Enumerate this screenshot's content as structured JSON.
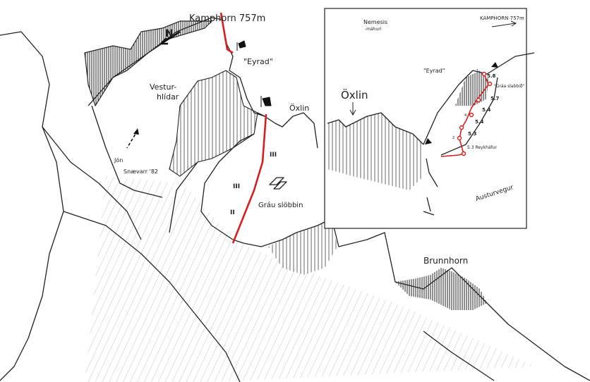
{
  "main_map": {
    "summit_label": "Kamphorn 757m",
    "north_label": "N",
    "eyrad_label": "\"Eyrad\"",
    "vesturhlidar_label": "Vestur-",
    "vesturhlidar_label2": "hlídar",
    "oxlin_label": "Öxlin",
    "jon_label": "Jón",
    "jon_label2": "Snævarr '82",
    "grade_upper": "III",
    "grade_mid": "III",
    "grade_lower": "II",
    "slabs_label": "Gráu slöbbin",
    "brunnhorn_label": "Brunnhorn",
    "route_color": "#d42020"
  },
  "inset_map": {
    "nemesis_label": "Nemesis",
    "nemesis_label2": "-máhuri",
    "kamphorn_label": "KAMPHORN 757m",
    "eyrad_label": "\"Eyrad\"",
    "oxlin_label": "Öxlin",
    "slab_label": "\"Gráa slabbið\"",
    "austurvegur_label": "Austurvegur",
    "pitches": [
      {
        "number": "1",
        "grade": "5.8"
      },
      {
        "grade": "5.7"
      },
      {
        "grade": "5.4"
      },
      {
        "number": "4",
        "grade": "5.4"
      },
      {
        "grade": "5.3"
      },
      {
        "number": "2",
        "grade": "5.3 Reykháfur"
      }
    ]
  }
}
